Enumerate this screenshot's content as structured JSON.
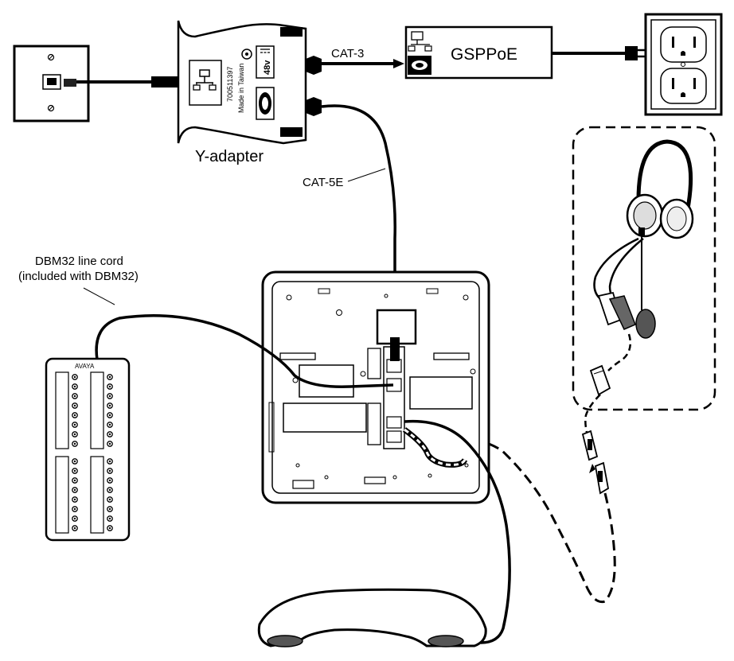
{
  "labels": {
    "y_adapter": "Y-adapter",
    "gspoe": "GSPPoE",
    "cat3": "CAT-3",
    "cat5e": "CAT-5E",
    "dbm32_line1": "DBM32 line cord",
    "dbm32_line2": "(included with DBM32)",
    "dbm32_brand": "AVAYA",
    "adapter_part": "700511397",
    "adapter_origin": "Made in Taiwan",
    "adapter_voltage": "48v"
  },
  "icons": [
    "wall-jack-icon",
    "network-icon",
    "phone-icon",
    "power-outlet-icon",
    "headset-icon",
    "handset-icon",
    "desk-phone-base-icon",
    "dbm32-module-icon"
  ]
}
